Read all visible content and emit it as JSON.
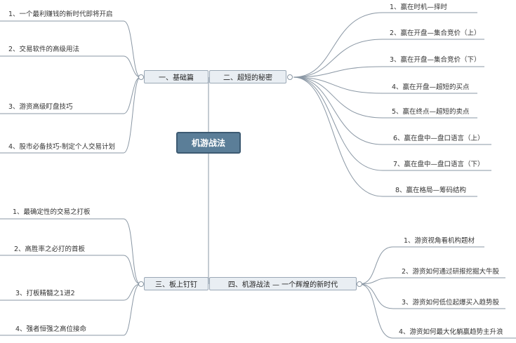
{
  "center": {
    "label": "机游战法"
  },
  "branches": {
    "b1": {
      "label": "一、基础篇",
      "items": [
        "1、一个最利赚钱的新时代即将开启",
        "2、交易软件的高级用法",
        "3、游资高级盯盘技巧",
        "4、股市必备技巧-制定个人交易计划"
      ]
    },
    "b2": {
      "label": "二、超短的秘密",
      "items": [
        "1、赢在时机—择时",
        "2、赢在开盘—集合竞价（上）",
        "3、赢在开盘—集合竞价（下）",
        "4、赢在开盘—超短的买点",
        "5、赢在终点—超短的卖点",
        "6、赢在盘中—盘口语言（上）",
        "7、赢在盘中—盘口语言（下）",
        "8、赢在格局—筹码结构"
      ]
    },
    "b3": {
      "label": "三、板上钉钉",
      "items": [
        "1、最确定性的交易之打板",
        "2、高胜率之必打的首板",
        "3、打板精髓之1进2",
        "4、强者恒强之高位接命"
      ]
    },
    "b4": {
      "label": "四、机游战法 — 一个辉煌的新时代",
      "items": [
        "1、游资视角看机构题材",
        "2、游资如何通过研报挖掘大牛股",
        "3、游资如何低位起爆买入趋势股",
        "4、游资如何最大化躺赢趋势主升浪"
      ]
    }
  }
}
